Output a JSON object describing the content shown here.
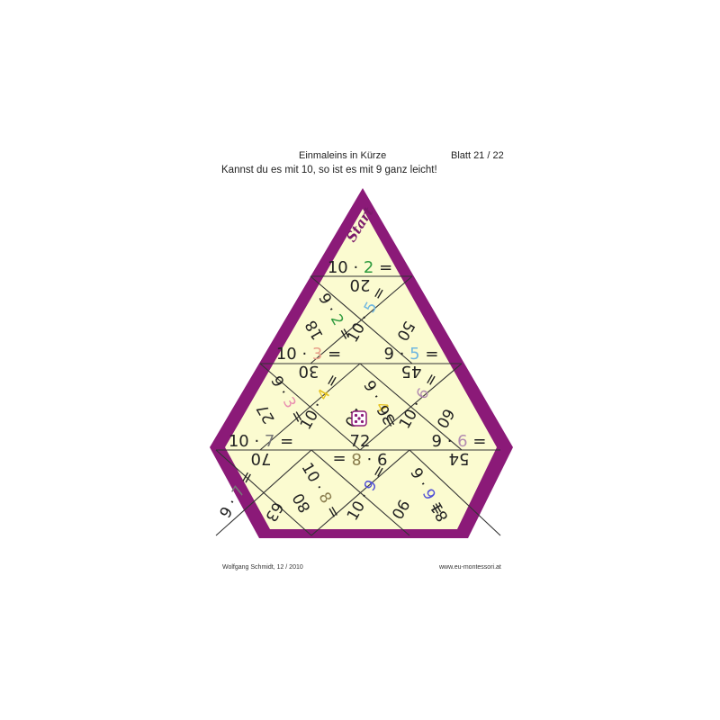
{
  "header": {
    "title": "Einmaleins in Kürze",
    "sheet": "Blatt  21 / 22",
    "subtitle": "Kannst du es mit 10, so ist es mit 9 ganz leicht!"
  },
  "footer": {
    "author": "Wolfgang Schmidt, 12 / 2010",
    "website": "www.eu-montessori.at"
  },
  "puzzle": {
    "start_label": "Start",
    "colors": {
      "border": "#8b1a78",
      "fill": "#fbfbd0",
      "green": "#2e9a3e",
      "cyan": "#6fb7e0",
      "salmon": "#e7a08a",
      "yellow": "#e6c21e",
      "pink": "#e98fb0",
      "violet": "#b28bb0",
      "olive": "#8a7d4e",
      "gray": "#777777",
      "blue": "#4f4fd6",
      "darkgray": "#555555"
    },
    "cards": {
      "a": {
        "pre": "10 · ",
        "digit": "2",
        "post": " ="
      },
      "b": "20",
      "c": {
        "pre": "9 · ",
        "digit": "2",
        "post": " ="
      },
      "d": "18",
      "e": {
        "pre": "10 · ",
        "digit": "5",
        "post": " ="
      },
      "f": "50",
      "g": {
        "pre": "10 · ",
        "digit": "3",
        "post": " ="
      },
      "h": {
        "pre": "9 · ",
        "digit": "5",
        "post": " ="
      },
      "i": "30",
      "j": "45",
      "k": {
        "pre": "9 · ",
        "digit": "3",
        "post": " ="
      },
      "l": "27",
      "m": {
        "pre": "10 · ",
        "digit": "4",
        "post": " ="
      },
      "n": "40",
      "o": {
        "pre": "9 · ",
        "digit": "4",
        "post": " ="
      },
      "p": "36",
      "q": {
        "pre": "10 · ",
        "digit": "6",
        "post": " ="
      },
      "r": "60",
      "s": {
        "pre": "10 · ",
        "digit": "7",
        "post": " ="
      },
      "t": "72",
      "u": {
        "pre": "9 · ",
        "digit": "6",
        "post": " ="
      },
      "v": "70",
      "w": {
        "pre": "9 · ",
        "digit": "8",
        "post": " ="
      },
      "x": "54",
      "y": {
        "pre": "9 · ",
        "digit": "7",
        "post": " ="
      },
      "z": "63",
      "aa": {
        "pre": "10 · ",
        "digit": "8",
        "post": " ="
      },
      "ab": "80",
      "ac": {
        "pre": "10 · ",
        "digit": "9",
        "post": " ="
      },
      "ad": "90",
      "ae": {
        "pre": "9 · ",
        "digit": "9",
        "post": " ="
      },
      "af": "81"
    }
  }
}
